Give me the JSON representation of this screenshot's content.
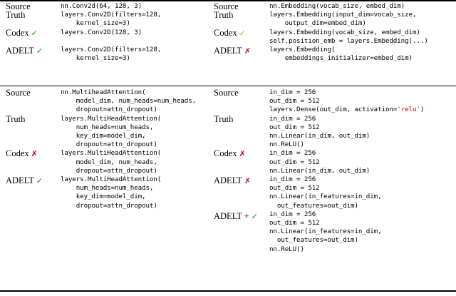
{
  "figure": {
    "type": "table",
    "rules": [
      "top",
      "middle",
      "bottom"
    ],
    "colors": {
      "correct": "#00a000",
      "incorrect": "#cc0000",
      "partial": "#c8a41e",
      "string_literal": "#cc0000"
    },
    "mark_glyphs": {
      "correct": "✓",
      "incorrect": "✗",
      "partial": "✓"
    }
  },
  "cells": {
    "top_left": {
      "rows": [
        {
          "label": "Source",
          "mark": "",
          "code": "nn.Conv2d(64, 128, 3)"
        },
        {
          "label": "Truth",
          "mark": "",
          "code": "layers.Conv2D(filters=128,\n    kernel_size=3)"
        },
        {
          "label": "Codex",
          "mark": "✓",
          "mark_kind": "correct",
          "code": "layers.Conv2D(128, 3)"
        },
        {
          "label": "ADELT",
          "mark": "✓",
          "mark_kind": "correct",
          "code": "layers.Conv2D(filters=128,\n    kernel_size=3)"
        }
      ]
    },
    "top_right": {
      "rows": [
        {
          "label": "Source",
          "mark": "",
          "code": "nn.Embedding(vocab_size, embed_dim)"
        },
        {
          "label": "Truth",
          "mark": "",
          "code": "layers.Embedding(input_dim=vocab_size,\n    output_dim=embed_dim)"
        },
        {
          "label": "Codex",
          "mark": "✓",
          "mark_kind": "partial",
          "code": "layers.Embedding(vocab_size, embed_dim)\nself.position_emb = layers.Embedding(...)"
        },
        {
          "label": "ADELT",
          "mark": "✗",
          "mark_kind": "incorrect",
          "code": "layers.Embedding(\n    embeddings_initializer=embed_dim)"
        }
      ]
    },
    "bottom_left": {
      "rows": [
        {
          "label": "Source",
          "mark": "",
          "code": "nn.MultiheadAttention(\n    model_dim, num_heads=num_heads,\n    dropout=attn_dropout)"
        },
        {
          "label": "Truth",
          "mark": "",
          "code": "layers.MultiHeadAttention(\n    num_heads=num_heads,\n    key_dim=model_dim,\n    dropout=attn_dropout)"
        },
        {
          "label": "Codex",
          "mark": "✗",
          "mark_kind": "incorrect",
          "code": "layers.MultiHeadAttention(\n    model_dim, num_heads,\n    dropout=attn_dropout)"
        },
        {
          "label": "ADELT",
          "mark": "✓",
          "mark_kind": "correct",
          "code": "layers.MultiHeadAttention(\n    num_heads=num_heads,\n    key_dim=model_dim,\n    dropout=attn_dropout)"
        }
      ]
    },
    "bottom_right": {
      "rows": [
        {
          "label": "Source",
          "mark": "",
          "code_pre": "in_dim = 256\nout_dim = 512\nlayers.Dense(out_dim, activation=",
          "code_str": "'relu'",
          "code_post": ")"
        },
        {
          "label": "Truth",
          "mark": "",
          "code": "in_dim = 256\nout_dim = 512\nnn.Linear(in_dim, out_dim)\nnn.ReLU()"
        },
        {
          "label": "Codex",
          "mark": "✗",
          "mark_kind": "incorrect",
          "code": "in_dim = 256\nout_dim = 512\nnn.Linear(in_dim, out_dim)"
        },
        {
          "label": "ADELT",
          "mark": "✗",
          "mark_kind": "incorrect",
          "code": "in_dim = 256\nout_dim = 512\nnn.Linear(in_features=in_dim,\n  out_features=out_dim)"
        },
        {
          "label": "ADELT +",
          "mark": "✓",
          "mark_kind": "correct",
          "code": "in_dim = 256\nout_dim = 512\nnn.Linear(in_features=in_dim,\n  out_features=out_dim)\nnn.ReLU()"
        }
      ]
    }
  }
}
